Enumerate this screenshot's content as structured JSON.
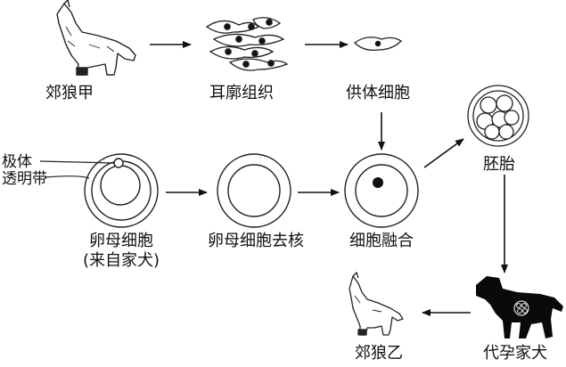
{
  "labels": {
    "wolf_a": "郊狼甲",
    "ear_tissue": "耳廓组织",
    "donor_cell": "供体细胞",
    "embryo": "胚胎",
    "polar_body": "极体",
    "zona": "透明带",
    "oocyte": "卵母细胞",
    "oocyte_source": "(来自家犬)",
    "enucleated": "卵母细胞去核",
    "fusion": "细胞融合",
    "surrogate": "代孕家犬",
    "wolf_b": "郊狼乙"
  },
  "colors": {
    "ink": "#111111",
    "dog": "#0a0a0a",
    "background": "#ffffff"
  },
  "icons": [
    "howling-wolf-icon",
    "dog-icon"
  ]
}
